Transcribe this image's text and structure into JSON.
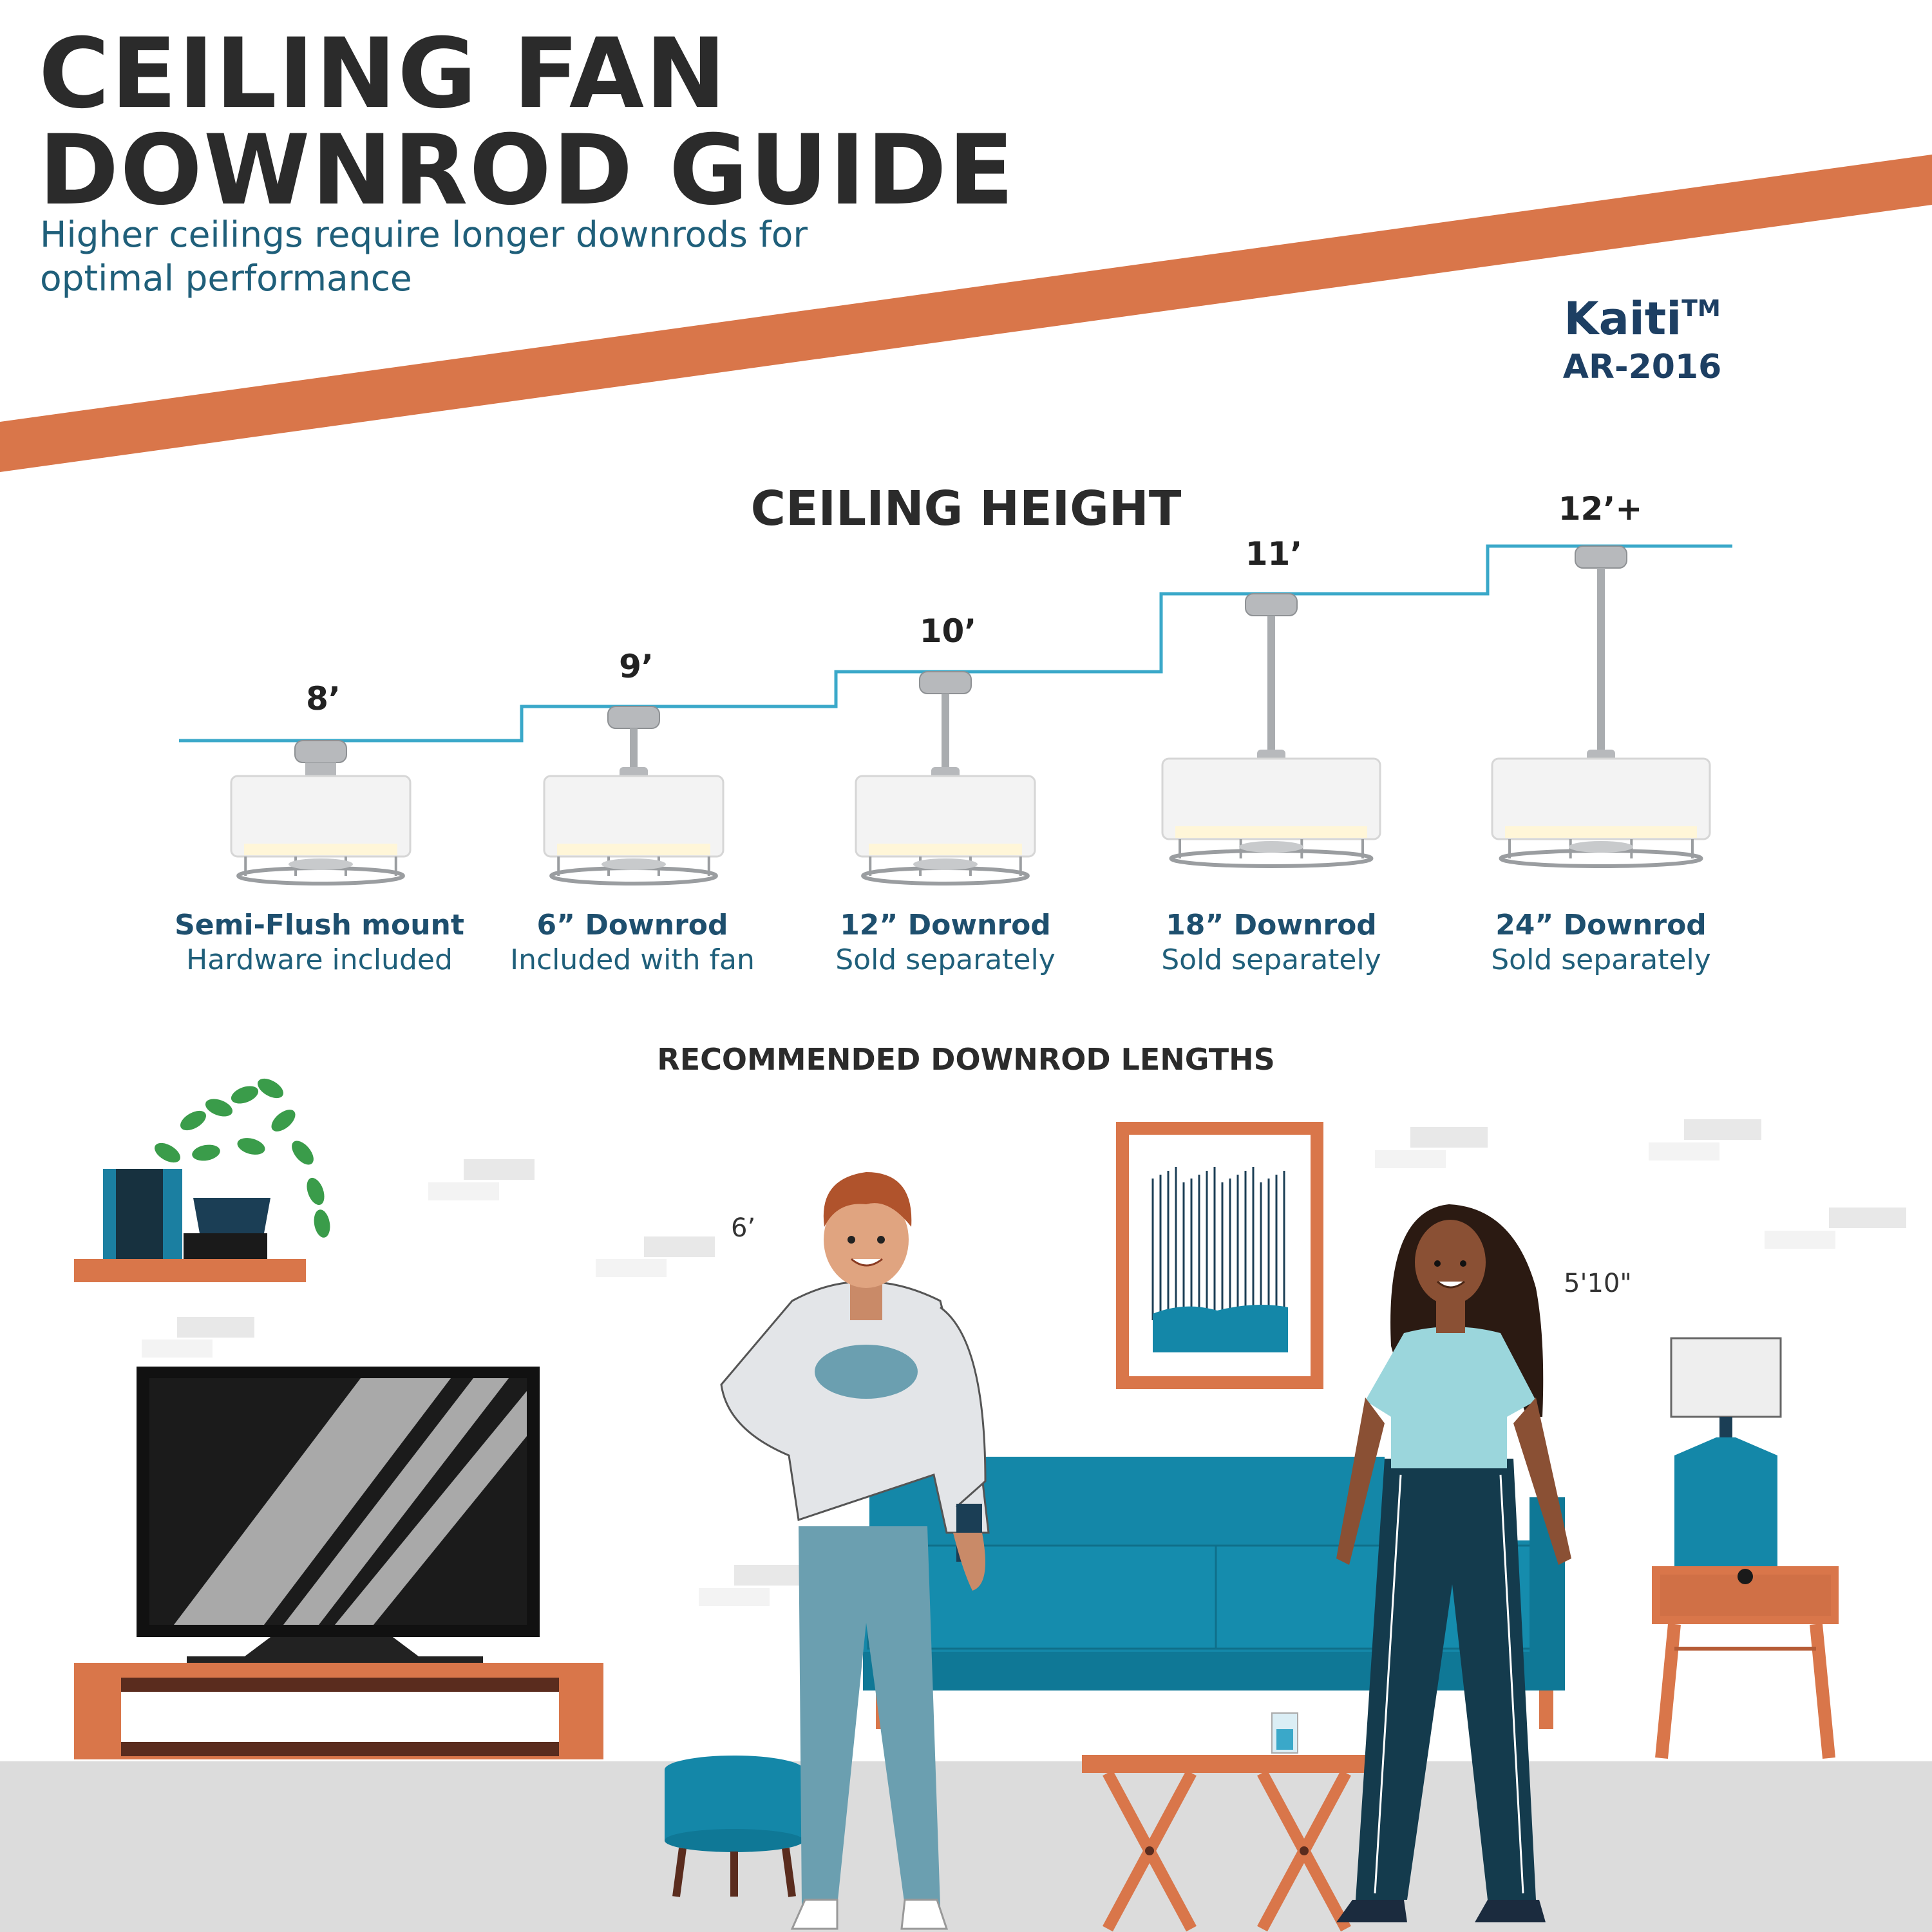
{
  "header": {
    "title_line1": "CEILING FAN",
    "title_line2": "DOWNROD GUIDE",
    "subtitle": "Higher ceilings require longer downrods for optimal performance"
  },
  "brand": {
    "name": "Kaiti",
    "trademark": "TM",
    "model": "AR-2016"
  },
  "sections": {
    "ceiling_height": "CEILING HEIGHT",
    "recommended": "RECOMMENDED DOWNROD LENGTHS"
  },
  "mounts": [
    {
      "height": "8’",
      "name": "Semi-Flush mount",
      "note": "Hardware included",
      "rod_in": 0
    },
    {
      "height": "9’",
      "name": "6” Downrod",
      "note": "Included with fan",
      "rod_in": 6
    },
    {
      "height": "10’",
      "name": "12” Downrod",
      "note": "Sold separately",
      "rod_in": 12
    },
    {
      "height": "11’",
      "name": "18” Downrod",
      "note": "Sold separately",
      "rod_in": 18
    },
    {
      "height": "12’+",
      "name": "24” Downrod",
      "note": "Sold separately",
      "rod_in": 24
    }
  ],
  "people": {
    "man_height": "6’",
    "woman_height": "5'10\""
  },
  "colors": {
    "accent_orange": "#d9764a",
    "ceiling_line": "#3aa8c9",
    "title_dark": "#2b2b2b",
    "text_blue": "#1f5f7a",
    "brand_navy": "#1d3f63",
    "sofa_teal": "#1487a8"
  }
}
